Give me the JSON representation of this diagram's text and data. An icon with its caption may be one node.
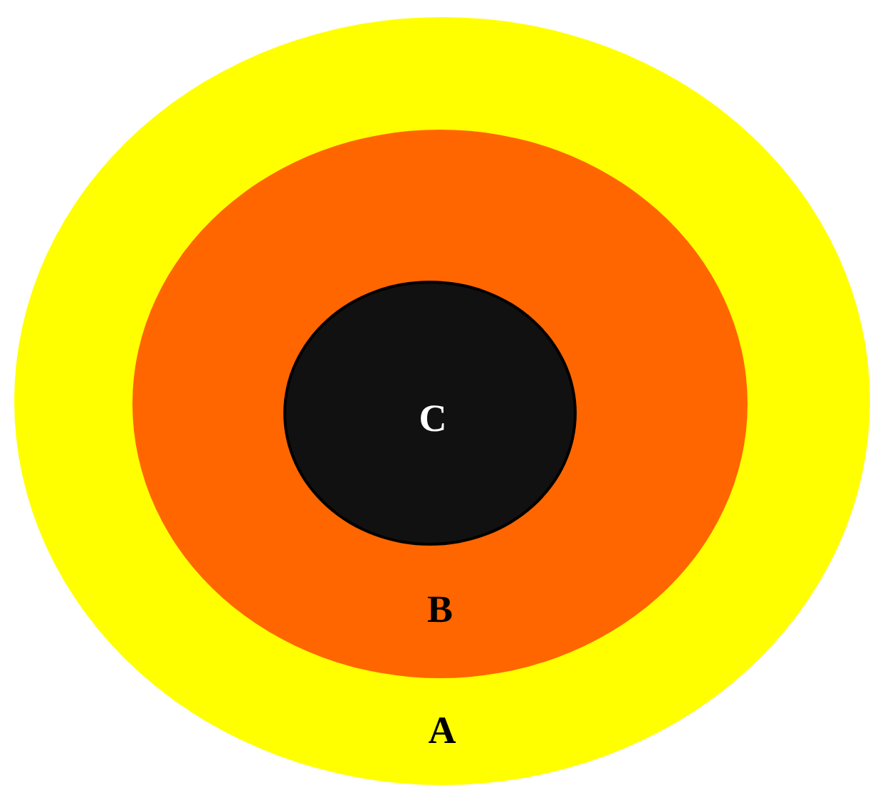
{
  "diagram": {
    "nodes": [
      {
        "text": [
          "A"
        ]
      },
      {
        "text": [
          "B"
        ],
        "in": 0
      },
      {
        "text": [
          "C"
        ],
        "in": 1
      }
    ]
  }
}
